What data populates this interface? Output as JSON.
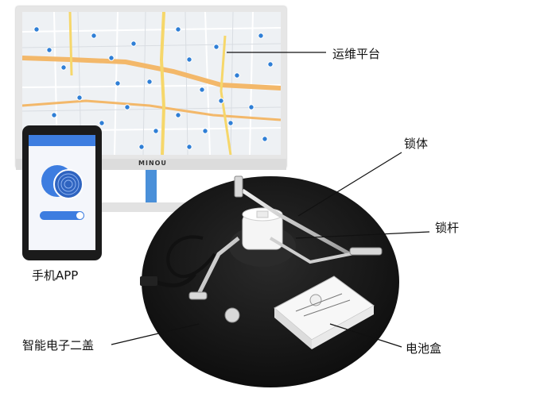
{
  "labels": {
    "platform": "运维平台",
    "lock_body": "锁体",
    "lock_bar": "锁杆",
    "app": "手机APP",
    "cover": "智能电子二盖",
    "battery": "电池盒"
  },
  "monitor": {
    "brand": "MINOU"
  },
  "colors": {
    "map_road_orange": "#f3b86a",
    "map_road_yellow": "#f6d76a",
    "map_marker": "#2f7fd6",
    "app_blue": "#3d7de0",
    "disc_black": "#151515"
  },
  "icons": [
    "map-marker-icon",
    "fingerprint-icon"
  ]
}
